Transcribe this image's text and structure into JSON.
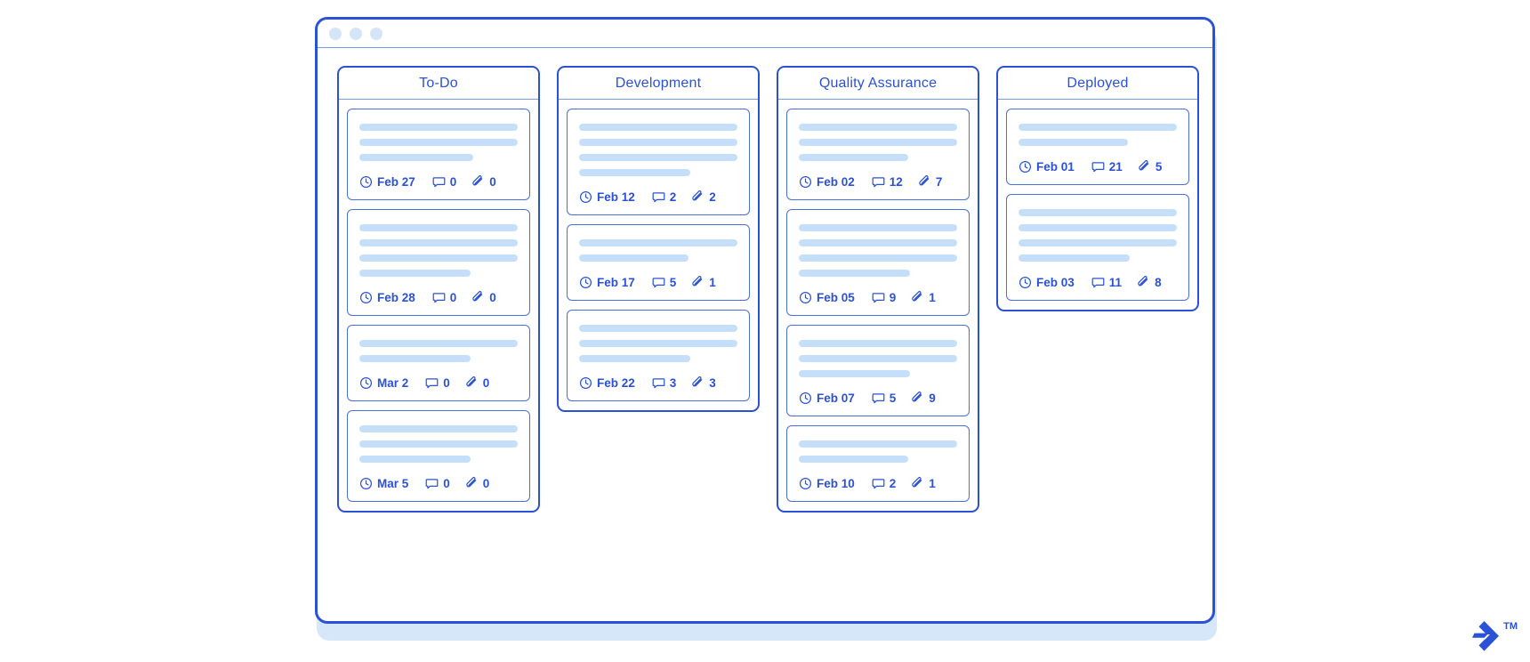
{
  "window": {
    "dots": [
      "window-dot-1",
      "window-dot-2",
      "window-dot-3"
    ],
    "accent_color": "#2a51d6",
    "skeleton_color": "#c5dffa",
    "shadow_color": "#d6e7fa"
  },
  "logo": {
    "tm": "TM"
  },
  "icons": {
    "due": "clock-icon",
    "comments": "comment-icon",
    "attachments": "paperclip-icon"
  },
  "board": {
    "columns": [
      {
        "title": "To-Do",
        "cards": [
          {
            "lines": [
              100,
              100,
              72
            ],
            "due": "Feb 27",
            "comments": "0",
            "attachments": "0"
          },
          {
            "lines": [
              100,
              100,
              100,
              70
            ],
            "due": "Feb 28",
            "comments": "0",
            "attachments": "0"
          },
          {
            "lines": [
              100,
              70
            ],
            "due": "Mar 2",
            "comments": "0",
            "attachments": "0"
          },
          {
            "lines": [
              100,
              100,
              70
            ],
            "due": "Mar 5",
            "comments": "0",
            "attachments": "0"
          }
        ]
      },
      {
        "title": "Development",
        "cards": [
          {
            "lines": [
              100,
              100,
              100,
              70
            ],
            "due": "Feb 12",
            "comments": "2",
            "attachments": "2"
          },
          {
            "lines": [
              100,
              69
            ],
            "due": "Feb 17",
            "comments": "5",
            "attachments": "1"
          },
          {
            "lines": [
              100,
              100,
              70
            ],
            "due": "Feb 22",
            "comments": "3",
            "attachments": "3"
          }
        ]
      },
      {
        "title": "Quality Assurance",
        "cards": [
          {
            "lines": [
              100,
              100,
              69
            ],
            "due": "Feb 02",
            "comments": "12",
            "attachments": "7"
          },
          {
            "lines": [
              100,
              100,
              100,
              70
            ],
            "due": "Feb 05",
            "comments": "9",
            "attachments": "1"
          },
          {
            "lines": [
              100,
              100,
              70
            ],
            "due": "Feb 07",
            "comments": "5",
            "attachments": "9"
          },
          {
            "lines": [
              100,
              69
            ],
            "due": "Feb 10",
            "comments": "2",
            "attachments": "1"
          }
        ]
      },
      {
        "title": "Deployed",
        "cards": [
          {
            "lines": [
              100,
              69
            ],
            "due": "Feb 01",
            "comments": "21",
            "attachments": "5"
          },
          {
            "lines": [
              100,
              100,
              100,
              70
            ],
            "due": "Feb 03",
            "comments": "11",
            "attachments": "8"
          }
        ]
      }
    ]
  }
}
